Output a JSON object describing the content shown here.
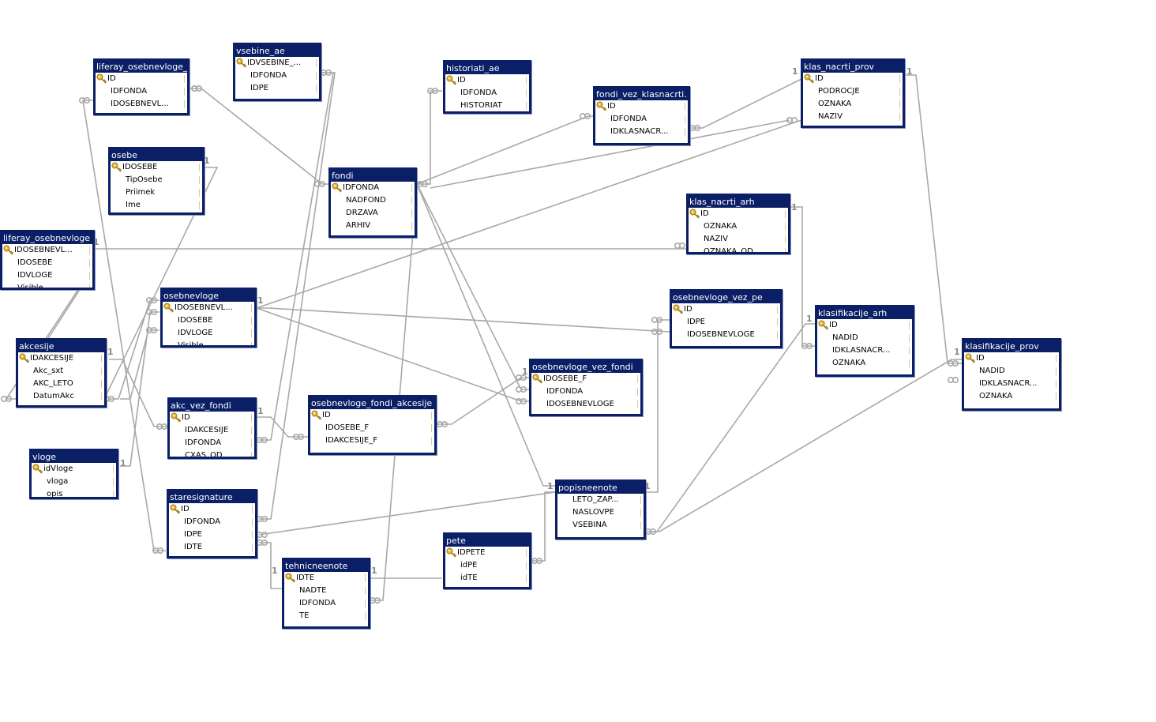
{
  "tables": {
    "liferay_osebnevloge_": {
      "title": "liferay_osebnevloge_...",
      "columns": [
        {
          "name": "ID",
          "pk": true
        },
        {
          "name": "IDFONDA"
        },
        {
          "name": "IDOSEBNEVL..."
        }
      ]
    },
    "vsebine_ae": {
      "title": "vsebine_ae",
      "columns": [
        {
          "name": "IDVSEBINE_...",
          "pk": true
        },
        {
          "name": "IDFONDA"
        },
        {
          "name": "IDPE"
        }
      ]
    },
    "historiati_ae": {
      "title": "historiati_ae",
      "columns": [
        {
          "name": "ID",
          "pk": true
        },
        {
          "name": "IDFONDA"
        },
        {
          "name": "HISTORIAT"
        }
      ]
    },
    "fondi_vez_klasnacrti": {
      "title": "fondi_vez_klasnacrti...",
      "columns": [
        {
          "name": "ID",
          "pk": true
        },
        {
          "name": "IDFONDA"
        },
        {
          "name": "IDKLASNACR..."
        }
      ]
    },
    "klas_nacrti_prov": {
      "title": "klas_nacrti_prov",
      "columns": [
        {
          "name": "ID",
          "pk": true
        },
        {
          "name": "PODROCJE"
        },
        {
          "name": "OZNAKA"
        },
        {
          "name": "NAZIV"
        }
      ]
    },
    "osebe": {
      "title": "osebe",
      "columns": [
        {
          "name": "IDOSEBE",
          "pk": true
        },
        {
          "name": "TipOsebe"
        },
        {
          "name": "Priimek"
        },
        {
          "name": "Ime"
        }
      ]
    },
    "fondi": {
      "title": "fondi",
      "columns": [
        {
          "name": "IDFONDA",
          "pk": true
        },
        {
          "name": "NADFOND"
        },
        {
          "name": "DRZAVA"
        },
        {
          "name": "ARHIV"
        }
      ]
    },
    "klas_nacrti_arh": {
      "title": "klas_nacrti_arh",
      "columns": [
        {
          "name": "ID",
          "pk": true
        },
        {
          "name": "OZNAKA"
        },
        {
          "name": "NAZIV"
        },
        {
          "name": "OZNAKA_OD"
        }
      ]
    },
    "liferay_osebnevloge": {
      "title": "liferay_osebnevloge",
      "columns": [
        {
          "name": "IDOSEBNEVL...",
          "pk": true
        },
        {
          "name": "IDOSEBE"
        },
        {
          "name": "IDVLOGE"
        },
        {
          "name": "Visible"
        }
      ]
    },
    "osebnevloge": {
      "title": "osebnevloge",
      "columns": [
        {
          "name": "IDOSEBNEVL...",
          "pk": true
        },
        {
          "name": "IDOSEBE"
        },
        {
          "name": "IDVLOGE"
        },
        {
          "name": "Visible"
        }
      ]
    },
    "osebnevloge_vez_pe": {
      "title": "osebnevloge_vez_pe",
      "columns": [
        {
          "name": "ID",
          "pk": true
        },
        {
          "name": "IDPE"
        },
        {
          "name": "IDOSEBNEVLOGE"
        }
      ]
    },
    "klasifikacije_arh": {
      "title": "klasifikacije_arh",
      "columns": [
        {
          "name": "ID",
          "pk": true
        },
        {
          "name": "NADID"
        },
        {
          "name": "IDKLASNACR..."
        },
        {
          "name": "OZNAKA"
        }
      ]
    },
    "akcesije": {
      "title": "akcesije",
      "columns": [
        {
          "name": "IDAKCESIJE",
          "pk": true
        },
        {
          "name": "Akc_sxt"
        },
        {
          "name": "AKC_LETO"
        },
        {
          "name": "DatumAkc"
        }
      ]
    },
    "klasifikacije_prov": {
      "title": "klasifikacije_prov",
      "columns": [
        {
          "name": "ID",
          "pk": true
        },
        {
          "name": "NADID"
        },
        {
          "name": "IDKLASNACR..."
        },
        {
          "name": "OZNAKA"
        }
      ]
    },
    "osebnevloge_vez_fondi": {
      "title": "osebnevloge_vez_fondi",
      "columns": [
        {
          "name": "IDOSEBE_F",
          "pk": true
        },
        {
          "name": "IDFONDA"
        },
        {
          "name": "IDOSEBNEVLOGE"
        }
      ]
    },
    "akc_vez_fondi": {
      "title": "akc_vez_fondi",
      "columns": [
        {
          "name": "ID",
          "pk": true
        },
        {
          "name": "IDAKCESIJE"
        },
        {
          "name": "IDFONDA"
        },
        {
          "name": "CXAS_OD"
        }
      ]
    },
    "osebnevloge_fondi_akcesije": {
      "title": "osebnevloge_fondi_akcesije",
      "columns": [
        {
          "name": "ID",
          "pk": true
        },
        {
          "name": "IDOSEBE_F"
        },
        {
          "name": "IDAKCESIJE_F"
        }
      ]
    },
    "vloge": {
      "title": "vloge",
      "columns": [
        {
          "name": "idVloge",
          "pk": true
        },
        {
          "name": "vloga"
        },
        {
          "name": "opis"
        }
      ]
    },
    "staresignature": {
      "title": "staresignature",
      "columns": [
        {
          "name": "ID",
          "pk": true
        },
        {
          "name": "IDFONDA"
        },
        {
          "name": "IDPE"
        },
        {
          "name": "IDTE"
        }
      ]
    },
    "popisneenote": {
      "title": "popisneenote",
      "columns": [
        {
          "name": "LETO_ZAP..."
        },
        {
          "name": "NASLOVPE"
        },
        {
          "name": "VSEBINA"
        }
      ]
    },
    "pete": {
      "title": "pete",
      "columns": [
        {
          "name": "IDPETE",
          "pk": true
        },
        {
          "name": "idPE"
        },
        {
          "name": "idTE"
        }
      ]
    },
    "tehnicneenote": {
      "title": "tehnicneenote",
      "columns": [
        {
          "name": "IDTE",
          "pk": true
        },
        {
          "name": "NADTE"
        },
        {
          "name": "IDFONDA"
        },
        {
          "name": "TE"
        }
      ]
    }
  },
  "colors": {
    "header": "#0a1f66",
    "line": "#a8a8a8",
    "key": "#e8b83a"
  },
  "one_label": "1"
}
